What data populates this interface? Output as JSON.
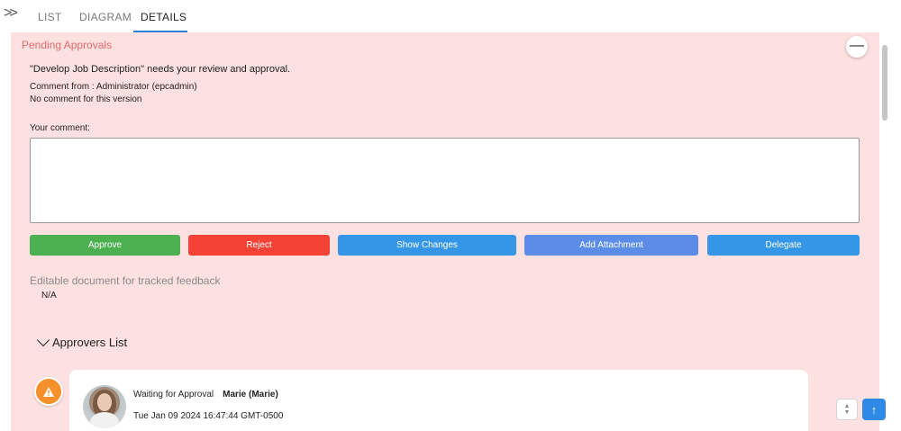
{
  "tabs": [
    {
      "label": "LIST"
    },
    {
      "label": "DIAGRAM"
    },
    {
      "label": "DETAILS"
    }
  ],
  "icons": {
    "expand": "double-chevron-right-icon",
    "collapse": "minus-icon",
    "warning": "warning-icon",
    "scroll_top": "arrow-up-icon",
    "page_nav": "chevron-up-down-icon"
  },
  "panel": {
    "title": "Pending Approvals",
    "review_message": "\"Develop Job Description\" needs your review and approval.",
    "comment_from": "Comment from : Administrator (epcadmin)",
    "no_comment": "No comment for this version",
    "your_comment_label": "Your comment:",
    "comment_value": "",
    "buttons": {
      "approve": "Approve",
      "reject": "Reject",
      "show_changes": "Show Changes",
      "add_attachment": "Add Attachment",
      "delegate": "Delegate"
    },
    "editable_label": "Editable document for tracked feedback",
    "editable_value": "N/A",
    "approvers_header": "Approvers List"
  },
  "approvers": [
    {
      "status": "Waiting for Approval",
      "name": "Marie (Marie)",
      "date": "Tue Jan 09 2024 16:47:44 GMT-0500"
    }
  ],
  "colors": {
    "panel_bg": "#fde0e0",
    "approve": "#4caf50",
    "reject": "#f44336",
    "show_changes": "#3596e8",
    "add_attachment": "#5b8de8",
    "delegate": "#3596e8",
    "warning": "#f5902a",
    "tab_active_underline": "#2f7fd6"
  }
}
